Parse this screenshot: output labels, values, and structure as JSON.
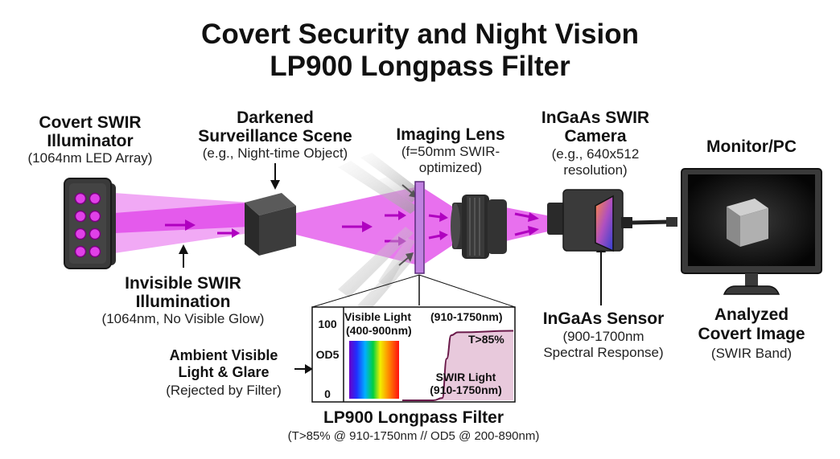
{
  "title": {
    "line1": "Covert Security and Night Vision",
    "line2": "LP900 Longpass Filter"
  },
  "illuminator": {
    "name_line1": "Covert SWIR",
    "name_line2": "Illuminator",
    "detail": "(1064nm LED Array)"
  },
  "scene": {
    "name_line1": "Darkened",
    "name_line2": "Surveillance Scene",
    "detail": "(e.g., Night-time Object)"
  },
  "lens": {
    "name": "Imaging Lens",
    "detail_line1": "(f=50mm SWIR-",
    "detail_line2": "optimized)"
  },
  "camera": {
    "name_line1": "InGaAs SWIR",
    "name_line2": "Camera",
    "detail_line1": "(e.g., 640x512",
    "detail_line2": "resolution)"
  },
  "monitor": {
    "name": "Monitor/PC",
    "caption_line1": "Analyzed",
    "caption_line2": "Covert Image",
    "caption_detail": "(SWIR Band)"
  },
  "illumination": {
    "name_line1": "Invisible SWIR",
    "name_line2": "Illumination",
    "detail": "(1064nm, No Visible Glow)"
  },
  "ambient": {
    "name_line1": "Ambient Visible",
    "name_line2": "Light & Glare",
    "detail": "(Rejected by Filter)"
  },
  "sensor": {
    "name": "InGaAs Sensor",
    "detail_line1": "(900-1700nm",
    "detail_line2": "Spectral Response)"
  },
  "filter": {
    "name": "LP900 Longpass Filter",
    "spec": "(T>85% @ 910-1750nm // OD5 @ 200-890nm)"
  },
  "chart_data": {
    "type": "area",
    "y_tick_labels": [
      "100",
      "OD5",
      "0"
    ],
    "visible_label_line1": "Visible Light",
    "visible_label_line2": "(400-900nm)",
    "pass_band_label": "(910-1750nm)",
    "transmission_label": "T>85%",
    "swir_label_line1": "SWIR Light",
    "swir_label_line2": "(910-1750nm)",
    "curve": {
      "x": [
        0,
        0.28,
        0.36,
        0.4,
        0.44,
        0.5,
        1.0
      ],
      "y": [
        0,
        0,
        0.03,
        0.55,
        0.86,
        0.9,
        0.92
      ]
    }
  },
  "colors": {
    "beam": "#e040e8",
    "beam_arrow": "#b000c0",
    "filter": "#c080e0",
    "swir_fill": "#e8c9dc",
    "curve": "#6a1a4a",
    "device": "#3a3a3a"
  }
}
